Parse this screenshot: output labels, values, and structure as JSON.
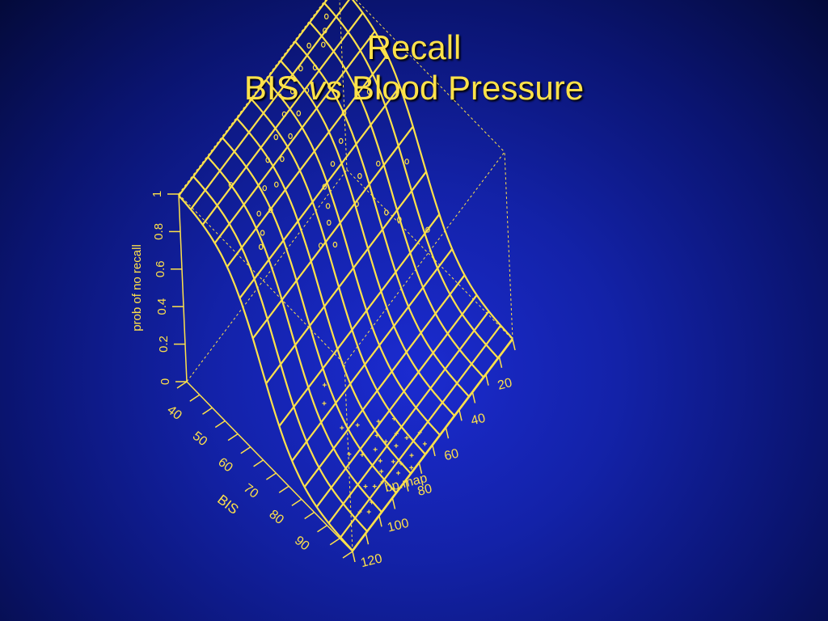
{
  "slide": {
    "title_line1": "Recall",
    "title_line2_part1": "BIS",
    "title_line2_italic": "vs",
    "title_line2_part2": "Blood Pressure"
  },
  "colors": {
    "foreground": "#ffe24a",
    "background": "#1322a8"
  },
  "chart_data": {
    "type": "surface",
    "zlabel": "prob of no recall",
    "xlabel": "bp.map",
    "ylabel": "BIS",
    "z_ticks": [
      "0",
      "0.2",
      "0.4",
      "0.6",
      "0.8",
      "1"
    ],
    "x_ticks": [
      "120",
      "100",
      "80",
      "60",
      "40",
      "20"
    ],
    "y_ticks": [
      "40",
      "50",
      "60",
      "70",
      "80",
      "90"
    ],
    "x_range": [
      130,
      10
    ],
    "y_range": [
      35,
      100
    ],
    "z_range": [
      0,
      1
    ],
    "surface_model": {
      "form": "logistic in BIS",
      "bis_midpoint": 66,
      "bis_scale": 6.5
    },
    "grid": {
      "bp_lines": 12,
      "bis_lines": 15
    },
    "points": [
      {
        "bp": 25,
        "bis": 38,
        "marker": "o"
      },
      {
        "bp": 30,
        "bis": 40,
        "marker": "o"
      },
      {
        "bp": 35,
        "bis": 42,
        "marker": "o"
      },
      {
        "bp": 40,
        "bis": 39,
        "marker": "o"
      },
      {
        "bp": 45,
        "bis": 44,
        "marker": "o"
      },
      {
        "bp": 50,
        "bis": 41,
        "marker": "o"
      },
      {
        "bp": 55,
        "bis": 46,
        "marker": "o"
      },
      {
        "bp": 60,
        "bis": 43,
        "marker": "o"
      },
      {
        "bp": 65,
        "bis": 48,
        "marker": "o"
      },
      {
        "bp": 70,
        "bis": 45,
        "marker": "o"
      },
      {
        "bp": 75,
        "bis": 50,
        "marker": "o"
      },
      {
        "bp": 80,
        "bis": 47,
        "marker": "o"
      },
      {
        "bp": 85,
        "bis": 52,
        "marker": "o"
      },
      {
        "bp": 90,
        "bis": 49,
        "marker": "o"
      },
      {
        "bp": 95,
        "bis": 55,
        "marker": "o"
      },
      {
        "bp": 100,
        "bis": 53,
        "marker": "o"
      },
      {
        "bp": 105,
        "bis": 58,
        "marker": "o"
      },
      {
        "bp": 110,
        "bis": 56,
        "marker": "o"
      },
      {
        "bp": 115,
        "bis": 60,
        "marker": "o"
      },
      {
        "bp": 120,
        "bis": 62,
        "marker": "o"
      },
      {
        "bp": 60,
        "bis": 62,
        "marker": "o"
      },
      {
        "bp": 70,
        "bis": 64,
        "marker": "o"
      },
      {
        "bp": 80,
        "bis": 66,
        "marker": "o"
      },
      {
        "bp": 85,
        "bis": 70,
        "marker": "o"
      },
      {
        "bp": 90,
        "bis": 73,
        "marker": "o"
      },
      {
        "bp": 75,
        "bis": 76,
        "marker": "o"
      },
      {
        "bp": 95,
        "bis": 78,
        "marker": "o"
      },
      {
        "bp": 65,
        "bis": 72,
        "marker": "o"
      },
      {
        "bp": 100,
        "bis": 75,
        "marker": "o"
      },
      {
        "bp": 45,
        "bis": 80,
        "marker": "o"
      },
      {
        "bp": 35,
        "bis": 60,
        "marker": "o"
      },
      {
        "bp": 50,
        "bis": 58,
        "marker": "o"
      },
      {
        "bp": 110,
        "bis": 45,
        "marker": "o"
      },
      {
        "bp": 80,
        "bis": 84,
        "marker": "+"
      },
      {
        "bp": 85,
        "bis": 86,
        "marker": "+"
      },
      {
        "bp": 90,
        "bis": 88,
        "marker": "+"
      },
      {
        "bp": 78,
        "bis": 90,
        "marker": "+"
      },
      {
        "bp": 82,
        "bis": 92,
        "marker": "+"
      },
      {
        "bp": 88,
        "bis": 94,
        "marker": "+"
      },
      {
        "bp": 92,
        "bis": 91,
        "marker": "+"
      },
      {
        "bp": 86,
        "bis": 96,
        "marker": "+"
      },
      {
        "bp": 95,
        "bis": 93,
        "marker": "+"
      },
      {
        "bp": 98,
        "bis": 95,
        "marker": "+"
      },
      {
        "bp": 102,
        "bis": 94,
        "marker": "+"
      },
      {
        "bp": 84,
        "bis": 89,
        "marker": "+"
      },
      {
        "bp": 76,
        "bis": 93,
        "marker": "+"
      },
      {
        "bp": 74,
        "bis": 87,
        "marker": "+"
      },
      {
        "bp": 90,
        "bis": 97,
        "marker": "+"
      },
      {
        "bp": 105,
        "bis": 92,
        "marker": "+"
      },
      {
        "bp": 108,
        "bis": 96,
        "marker": "+"
      },
      {
        "bp": 112,
        "bis": 97,
        "marker": "+"
      },
      {
        "bp": 115,
        "bis": 95,
        "marker": "+"
      },
      {
        "bp": 96,
        "bis": 86,
        "marker": "+"
      },
      {
        "bp": 100,
        "bis": 83,
        "marker": "+"
      },
      {
        "bp": 88,
        "bis": 80,
        "marker": "+"
      },
      {
        "bp": 94,
        "bis": 77,
        "marker": "+"
      },
      {
        "bp": 92,
        "bis": 69,
        "marker": "+"
      },
      {
        "bp": 86,
        "bis": 66,
        "marker": "+"
      },
      {
        "bp": 70,
        "bis": 95,
        "marker": "+"
      },
      {
        "bp": 72,
        "bis": 98,
        "marker": "+"
      },
      {
        "bp": 80,
        "bis": 97,
        "marker": "+"
      },
      {
        "bp": 84,
        "bis": 99,
        "marker": "+"
      },
      {
        "bp": 60,
        "bis": 96,
        "marker": "o"
      },
      {
        "bp": 66,
        "bis": 88,
        "marker": "o"
      },
      {
        "bp": 68,
        "bis": 84,
        "marker": "o"
      },
      {
        "bp": 55,
        "bis": 74,
        "marker": "o"
      }
    ]
  }
}
